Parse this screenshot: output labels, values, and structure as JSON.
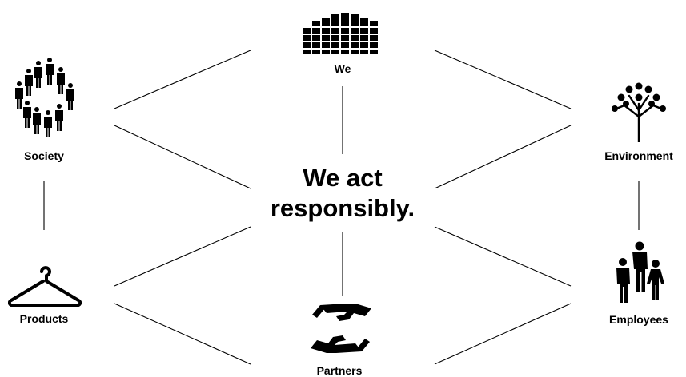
{
  "center": {
    "line1": "We act",
    "line2": "responsibly."
  },
  "nodes": {
    "we": {
      "label": "We",
      "icon": "building-icon"
    },
    "society": {
      "label": "Society",
      "icon": "people-group-icon"
    },
    "environment": {
      "label": "Environment",
      "icon": "tree-icon"
    },
    "products": {
      "label": "Products",
      "icon": "hanger-icon"
    },
    "employees": {
      "label": "Employees",
      "icon": "employees-icon"
    },
    "partners": {
      "label": "Partners",
      "icon": "handshake-icon"
    }
  },
  "colors": {
    "foreground": "#000000",
    "background": "#ffffff"
  }
}
